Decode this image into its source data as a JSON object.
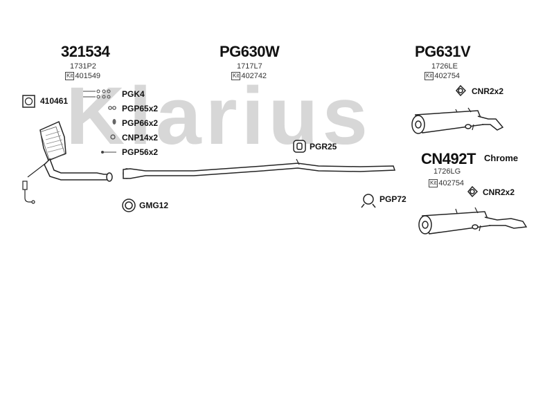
{
  "watermark": "Klarius",
  "groups": [
    {
      "part_number": "321534",
      "ref": "1731P2",
      "kit_tag": "Kit",
      "kit": "401549"
    },
    {
      "part_number": "PG630W",
      "ref": "1717L7",
      "kit_tag": "Kit",
      "kit": "402742"
    },
    {
      "part_number": "PG631V",
      "ref": "1726LE",
      "kit_tag": "Kit",
      "kit": "402754"
    },
    {
      "part_number": "CN492T",
      "ref": "1726LG",
      "kit_tag": "Kit",
      "kit": "402754"
    }
  ],
  "chrome_label": "Chrome",
  "labels": {
    "l410461": "410461",
    "pgk4": "PGK4",
    "pgp65x2": "PGP65x2",
    "pgp66x2": "PGP66x2",
    "cnp14x2": "CNP14x2",
    "pgp56x2": "PGP56x2",
    "pgr25": "PGR25",
    "cnr2x2_top": "CNR2x2",
    "cnr2x2_bottom": "CNR2x2",
    "gmg12": "GMG12",
    "pgp72": "PGP72"
  }
}
